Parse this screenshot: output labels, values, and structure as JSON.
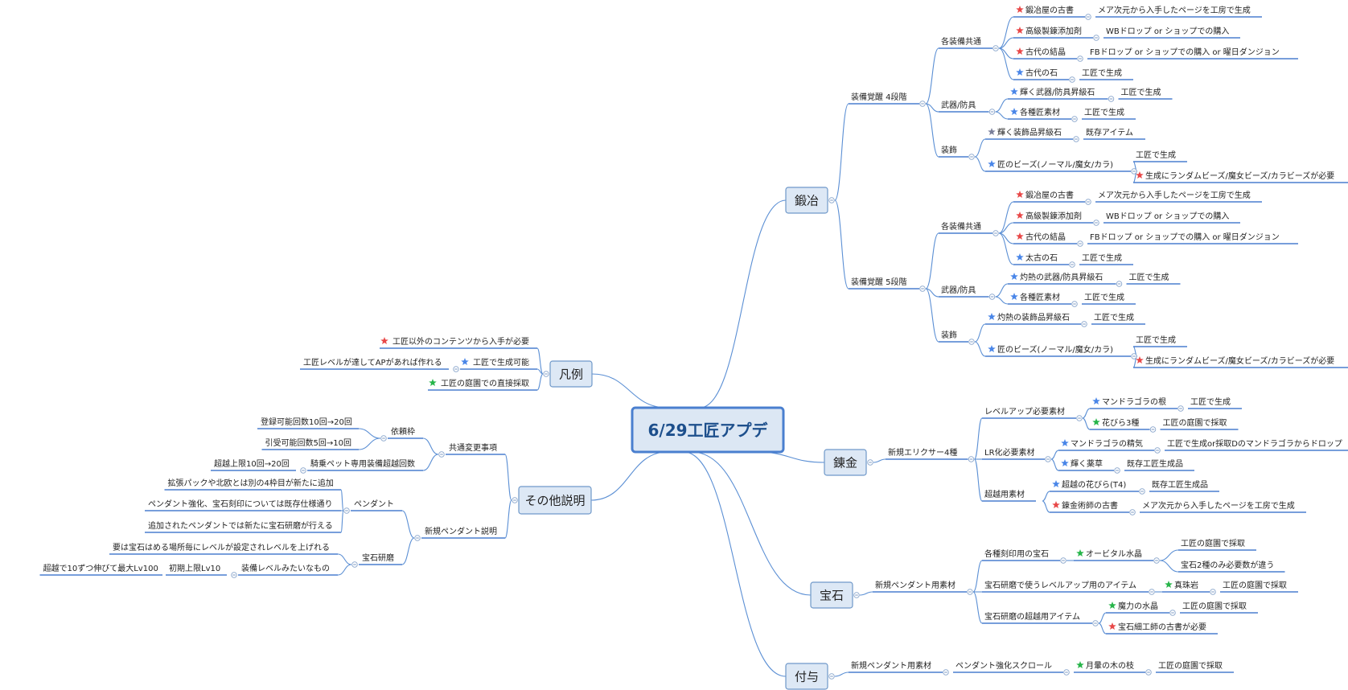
{
  "colors": {
    "line": "#5b8fd4",
    "underline": "#4a7fcf",
    "box_fill": "#dde8f5",
    "box_stroke": "#6f98c9",
    "root_fill": "#dce7f4",
    "root_stroke": "#4a7fcf",
    "text": "#222222",
    "star_red": "#e84848",
    "star_blue": "#4a86e8",
    "star_green": "#27b54a",
    "star_gray": "#7a7f99"
  },
  "root": {
    "label": "6/29工匠アプデ"
  },
  "main_nodes": {
    "smith": "鍛冶",
    "alchemy": "錬金",
    "gem": "宝石",
    "enchant": "付与",
    "legend": "凡例",
    "other": "その他説明"
  },
  "smith": {
    "awakening4": "装備覚醒 4段階",
    "awakening5": "装備覚醒 5段階",
    "common": "各装備共通",
    "weapon": "武器/防具",
    "accessory": "装飾",
    "a4_common": [
      {
        "star": "red",
        "label": "鍛冶屋の古書",
        "detail": "メア次元から入手したページを工房で生成"
      },
      {
        "star": "red",
        "label": "高級製錬添加剤",
        "detail": "WBドロップ or ショップでの購入"
      },
      {
        "star": "red",
        "label": "古代の結晶",
        "detail": "FBドロップ or ショップでの購入 or 曜日ダンジョン"
      },
      {
        "star": "blue",
        "label": "古代の石",
        "detail": "工匠で生成"
      }
    ],
    "a4_weapon": [
      {
        "star": "blue",
        "label": "輝く武器/防具昇級石",
        "detail": "工匠で生成"
      },
      {
        "star": "blue",
        "label": "各種匠素材",
        "detail": "工匠で生成"
      }
    ],
    "a4_acc": [
      {
        "star": "gray",
        "label": "輝く装飾品昇級石",
        "detail": "既存アイテム"
      },
      {
        "star": "blue",
        "label": "匠のビーズ(ノーマル/魔女/カラ)",
        "detail": "工匠で生成",
        "detail2": "生成にランダムビーズ/魔女ビーズ/カラビーズが必要"
      }
    ],
    "a5_common": [
      {
        "star": "red",
        "label": "鍛冶屋の古書",
        "detail": "メア次元から入手したページを工房で生成"
      },
      {
        "star": "red",
        "label": "高級製錬添加剤",
        "detail": "WBドロップ or ショップでの購入"
      },
      {
        "star": "red",
        "label": "古代の結晶",
        "detail": "FBドロップ or ショップでの購入 or 曜日ダンジョン"
      },
      {
        "star": "blue",
        "label": "太古の石",
        "detail": "工匠で生成"
      }
    ],
    "a5_weapon": [
      {
        "star": "blue",
        "label": "灼熱の武器/防具昇級石",
        "detail": "工匠で生成"
      },
      {
        "star": "blue",
        "label": "各種匠素材",
        "detail": "工匠で生成"
      }
    ],
    "a5_acc": [
      {
        "star": "blue",
        "label": "灼熱の装飾品昇級石",
        "detail": "工匠で生成"
      },
      {
        "star": "blue",
        "label": "匠のビーズ(ノーマル/魔女/カラ)",
        "detail": "工匠で生成",
        "detail2": "生成にランダムビーズ/魔女ビーズ/カラビーズが必要"
      }
    ]
  },
  "alchemy": {
    "elixir": "新規エリクサー4種",
    "levelup": "レベルアップ必要素材",
    "lr": "LR化必要素材",
    "transcend": "超越用素材",
    "items": [
      {
        "star": "blue",
        "label": "マンドラゴラの根",
        "detail": "工匠で生成"
      },
      {
        "star": "green",
        "label": "花びら3種",
        "detail": "工匠の庭園で採取"
      },
      {
        "star": "blue",
        "label": "マンドラゴラの精気",
        "detail": "工匠で生成or採取Dのマンドラゴラからドロップ"
      },
      {
        "star": "blue",
        "label": "輝く薬草",
        "detail": "既存工匠生成品"
      },
      {
        "star": "blue",
        "label": "超越の花びら(T4)",
        "detail": "既存工匠生成品"
      },
      {
        "star": "red",
        "label": "錬金術師の古書",
        "detail": "メア次元から入手したページを工房で生成"
      }
    ]
  },
  "gem": {
    "pendant": "新規ペンダント用素材",
    "engrave": "各種刻印用の宝石",
    "levelup": "宝石研磨で使うレベルアップ用のアイテム",
    "transcend": "宝石研磨の超越用アイテム",
    "orbital": {
      "star": "green",
      "label": "オービタル水晶"
    },
    "orbital_d1": "工匠の庭園で採取",
    "orbital_d2": "宝石2種のみ必要数が違う",
    "pearl": {
      "star": "green",
      "label": "真珠岩",
      "detail": "工匠の庭園で採取"
    },
    "magic": {
      "star": "green",
      "label": "魔力の水晶",
      "detail": "工匠の庭園で採取"
    },
    "book": {
      "star": "red",
      "label": "宝石細工師の古書が必要"
    }
  },
  "enchant": {
    "pendant": "新規ペンダント用素材",
    "scroll": "ペンダント強化スクロール",
    "branch": {
      "star": "green",
      "label": "月暈の木の枝"
    },
    "detail": "工匠の庭園で採取"
  },
  "legend": {
    "red": "工匠以外のコンテンツから入手が必要",
    "blue": "工匠で生成可能",
    "blue_note": "工匠レベルが達してAPがあれば作れる",
    "green": "工匠の庭園での直接採取"
  },
  "other": {
    "common_changes": "共通変更事項",
    "quest": "依頼枠",
    "reg": "登録可能回数10回→20回",
    "accept": "引受可能回数5回→10回",
    "mount": "騎乗ペット専用装備超越回数",
    "mount_d": "超越上限10回→20回",
    "new_pendant": "新規ペンダント説明",
    "pendant": "ペンダント",
    "p1": "拡張パックや北欧とは別の4枠目が新たに追加",
    "p2": "ペンダント強化、宝石刻印については既存仕様通り",
    "p3": "追加されたペンダントでは新たに宝石研磨が行える",
    "polish": "宝石研磨",
    "g1": "要は宝石はめる場所毎にレベルが設定されレベルを上げれる",
    "g2": "装備レベルみたいなもの",
    "g3": "初期上限Lv10",
    "g4": "超越で10ずつ伸びて最大Lv100"
  }
}
